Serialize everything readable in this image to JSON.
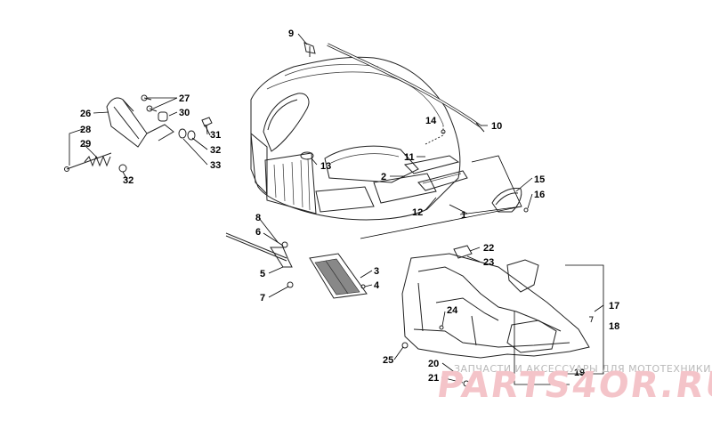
{
  "callouts": {
    "c1": "1",
    "c2": "2",
    "c3": "3",
    "c4": "4",
    "c5": "5",
    "c6": "6",
    "c7": "7",
    "c8": "8",
    "c9": "9",
    "c10": "10",
    "c11": "11",
    "c12": "12",
    "c13": "13",
    "c14": "14",
    "c15": "15",
    "c16": "16",
    "c17": "17",
    "c18": "18",
    "c19": "19",
    "c20": "20",
    "c21": "21",
    "c22": "22",
    "c23": "23",
    "c24": "24",
    "c25": "25",
    "c26": "26",
    "c27": "27",
    "c28": "28",
    "c29": "29",
    "c30": "30",
    "c31": "31",
    "c32a": "32",
    "c32b": "32",
    "c33": "33"
  },
  "watermark": {
    "caption": "ЗАПЧАСТИ И АКСЕССУАРЫ ДЛЯ МОТОТЕХНИКИ",
    "brand": "PARTS4OR.RU"
  }
}
